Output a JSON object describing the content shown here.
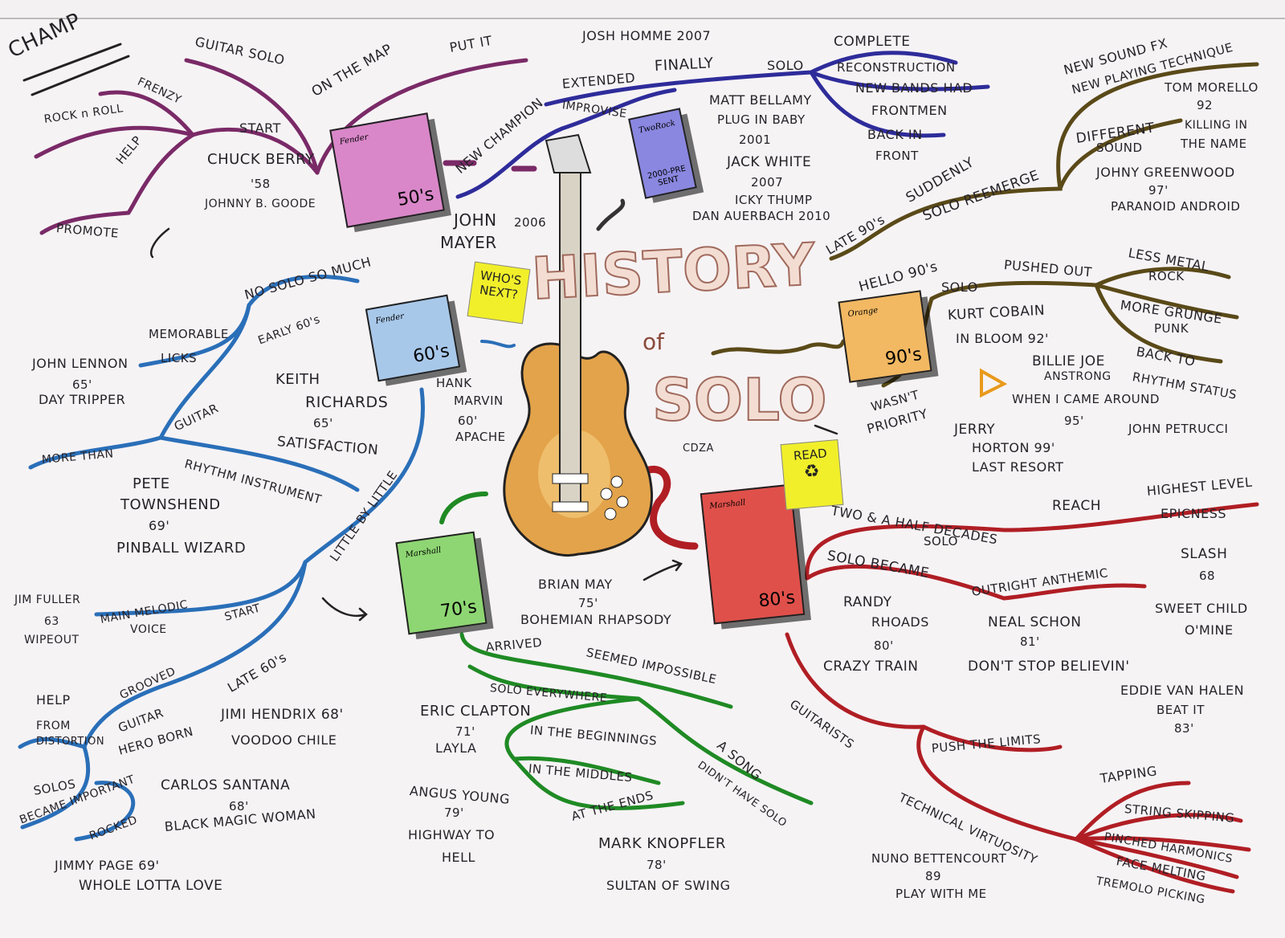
{
  "title": {
    "main": "HISTORY",
    "of": "of",
    "sub": "SOLO",
    "credit": "CDZA"
  },
  "bubbles": {
    "whos_next": "WHO'S NEXT?",
    "read": "READ"
  },
  "amps": [
    {
      "decade": "50's",
      "brand": "Fender",
      "color": "#d987c9"
    },
    {
      "decade": "60's",
      "brand": "Fender",
      "color": "#a8c8ea"
    },
    {
      "decade": "70's",
      "brand": "Marshall",
      "color": "#8ed673"
    },
    {
      "decade": "80's",
      "brand": "Marshall",
      "color": "#e0504a"
    },
    {
      "decade": "90's",
      "brand": "Orange",
      "color": "#f2b862"
    },
    {
      "decade": "2000-PRESENT",
      "brand": "TwoRock",
      "color": "#8a87e0"
    }
  ],
  "branches": {
    "fifties": {
      "color": "#b0388f",
      "labels": [
        "CHAMP",
        "GUITAR SOLO",
        "PUT IT",
        "ON THE MAP",
        "FRENZY",
        "ROCK n ROLL",
        "START",
        "HELP",
        "CHUCK BERRY",
        "'58",
        "JOHNNY B. GOODE",
        "PROMOTE"
      ]
    },
    "two_thousands": {
      "color": "#3c3bb0",
      "labels": [
        "JOSH HOMME 2007",
        "FINALLY",
        "SOLO",
        "EXTENDED",
        "IMPROVISE",
        "NEW CHAMPION",
        "COMPLETE",
        "RECONSTRUCTION",
        "NEW BANDS HAD",
        "FRONTMEN",
        "BACK IN",
        "FRONT",
        "MATT BELLAMY",
        "PLUG IN BABY",
        "2001",
        "JACK WHITE",
        "2007",
        "ICKY THUMP",
        "DAN AUERBACH 2010",
        "JOHN",
        "2006",
        "MAYER"
      ]
    },
    "nineties": {
      "color": "#e89a1c",
      "labels": [
        "NEW SOUND FX",
        "NEW PLAYING TECHNIQUE",
        "TOM MORELLO",
        "92",
        "KILLING IN",
        "THE NAME",
        "DIFFERENT",
        "SOUND",
        "JOHNY GREENWOOD",
        "97'",
        "PARANOID ANDROID",
        "SUDDENLY",
        "SOLO REEMERGE",
        "LATE 90's",
        "HELLO 90's",
        "SOLO",
        "PUSHED OUT",
        "LESS METAL",
        "ROCK",
        "MORE GRUNGE",
        "PUNK",
        "BACK TO",
        "RHYTHM STATUS",
        "KURT COBAIN",
        "IN BLOOM 92'",
        "BILLIE JOE",
        "ANSTRONG",
        "WHEN I CAME AROUND",
        "95'",
        "JOHN PETRUCCI",
        "WASN'T",
        "PRIORITY",
        "JERRY",
        "HORTON 99'",
        "LAST RESORT"
      ]
    },
    "sixties": {
      "color": "#3d8fd6",
      "labels": [
        "NO SOLO SO MUCH",
        "MEMORABLE",
        "LICKS",
        "EARLY 60's",
        "JOHN LENNON",
        "65'",
        "DAY TRIPPER",
        "KEITH",
        "RICHARDS",
        "65'",
        "SATISFACTION",
        "GUITAR",
        "MORE THAN",
        "RHYTHM INSTRUMENT",
        "PETE",
        "TOWNSHEND",
        "69'",
        "PINBALL WIZARD",
        "LITTLE BY LITTLE",
        "HANK",
        "MARVIN",
        "60'",
        "APACHE",
        "JIM FULLER",
        "63",
        "WIPEOUT",
        "MAIN MELODIC",
        "VOICE",
        "START",
        "LATE 60's",
        "HELP",
        "FROM",
        "DISTORTION",
        "GROOVED",
        "GUITAR",
        "HERO BORN",
        "JIMI HENDRIX 68'",
        "VOODOO CHILE",
        "SOLOS",
        "BECAME IMPORTANT",
        "ROCKED",
        "CARLOS SANTANA",
        "68'",
        "BLACK MAGIC WOMAN",
        "JIMMY PAGE 69'",
        "WHOLE LOTTA LOVE"
      ]
    },
    "seventies": {
      "color": "#2fae2f",
      "labels": [
        "BRIAN MAY",
        "75'",
        "BOHEMIAN RHAPSODY",
        "ARRIVED",
        "SEEMED IMPOSSIBLE",
        "SOLO EVERYWHERE",
        "ERIC CLAPTON",
        "71'",
        "LAYLA",
        "IN THE BEGINNINGS",
        "A SONG",
        "DIDN'T HAVE SOLO",
        "IN THE MIDDLES",
        "ANGUS YOUNG",
        "79'",
        "HIGHWAY TO",
        "HELL",
        "AT THE ENDS",
        "MARK KNOPFLER",
        "78'",
        "SULTAN OF SWING"
      ]
    },
    "eighties": {
      "color": "#d8262a",
      "labels": [
        "TWO & A HALF DECADES",
        "SOLO",
        "REACH",
        "HIGHEST LEVEL",
        "EPICNESS",
        "SOLO BECAME",
        "OUTRIGHT ANTHEMIC",
        "SLASH",
        "68",
        "SWEET CHILD",
        "O'MINE",
        "RANDY",
        "RHOADS",
        "80'",
        "CRAZY TRAIN",
        "NEAL SCHON",
        "81'",
        "DON'T STOP BELIEVIN'",
        "EDDIE VAN HALEN",
        "BEAT IT",
        "83'",
        "GUITARISTS",
        "PUSH THE LIMITS",
        "TAPPING",
        "STRING SKIPPING",
        "PINCHED HARMONICS",
        "FACE MELTING",
        "TREMOLO PICKING",
        "TECHNICAL VIRTUOSITY",
        "NUNO BETTENCOURT",
        "89",
        "PLAY WITH ME"
      ]
    }
  }
}
